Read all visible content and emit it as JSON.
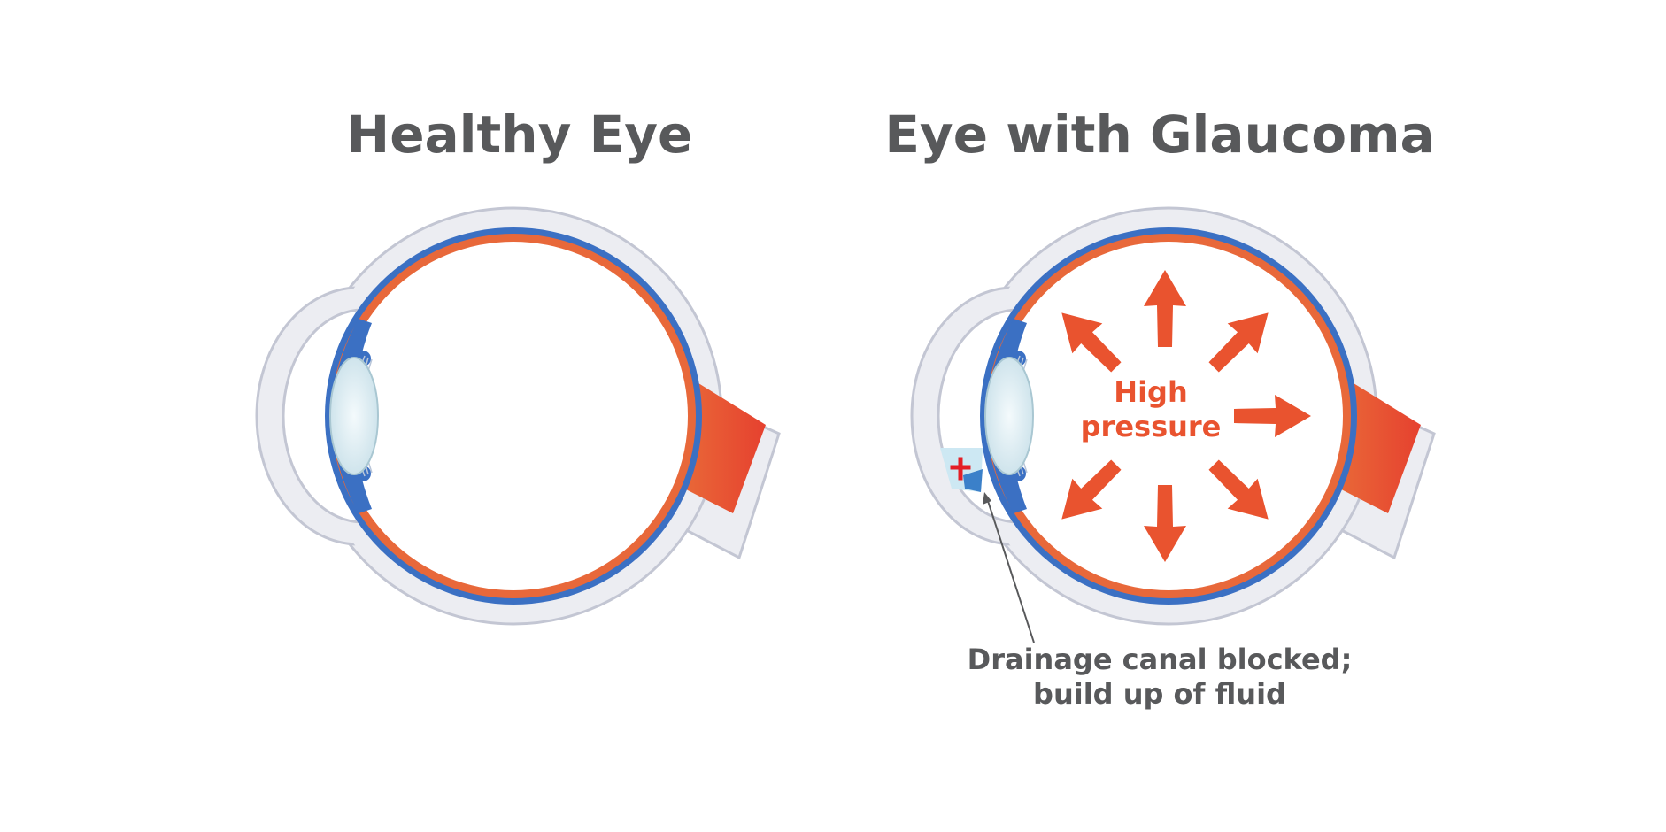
{
  "healthy": {
    "title": "Healthy Eye"
  },
  "glaucoma": {
    "title": "Eye with Glaucoma",
    "pressure_line1": "High",
    "pressure_line2": "pressure",
    "drain_line1": "Drainage canal blocked;",
    "drain_line2": "build up of fluid"
  },
  "colors": {
    "sclera_fill": "#ecedf2",
    "sclera_stroke": "#c3c6d3",
    "choroid_blue": "#3b70c3",
    "retina_orange": "#e8683a",
    "lens_fill": "#dfeef3",
    "arrow_red": "#e9532f",
    "text_gray": "#58595b",
    "fluid_blue": "#cde8f3",
    "block_red": "#e41e26"
  }
}
